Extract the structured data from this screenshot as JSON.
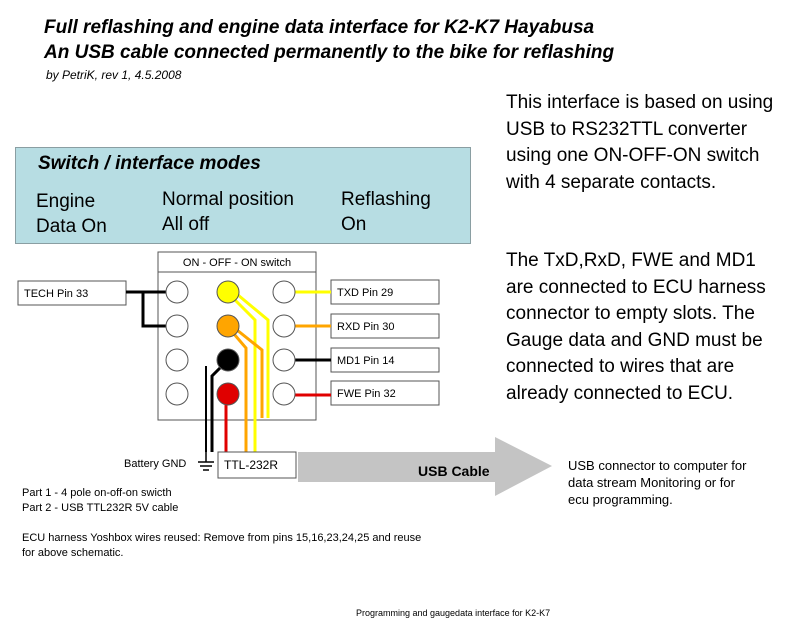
{
  "title_line1": "Full reflashing and engine data interface for K2-K7 Hayabusa",
  "title_line2": "An USB cable connected permanently to the bike for reflashing",
  "byline": "by PetriK, rev 1, 4.5.2008",
  "modes": {
    "heading": "Switch / interface modes",
    "col1_line1": "Engine",
    "col1_line2": "Data On",
    "col2_line1": "Normal position",
    "col2_line2": "All off",
    "col3_line1": "Reflashing",
    "col3_line2": "On"
  },
  "description_1": "This interface is based on using USB to RS232TTL converter using one ON-OFF-ON switch with 4 separate contacts.",
  "description_2": "The TxD,RxD, FWE and MD1 are connected to ECU harness connector to empty slots. The Gauge data and GND must be connected to wires that are already connected to ECU.",
  "diagram": {
    "switch_label": "ON - OFF - ON switch",
    "tech_pin": "TECH Pin 33",
    "txd_pin": "TXD Pin 29",
    "rxd_pin": "RXD Pin 30",
    "md1_pin": "MD1 Pin 14",
    "fwe_pin": "FWE Pin 32",
    "battery_gnd": "Battery GND",
    "ttl": "TTL-232R",
    "usb_cable": "USB Cable",
    "wire_colors": {
      "txd": "#ffff00",
      "rxd": "#ffa500",
      "gnd": "#000000",
      "fwe": "#e00000",
      "gauge": "#000000"
    }
  },
  "usb_connector_text": "USB connector to computer for data stream Monitoring or for ecu programming.",
  "parts_line1": "Part 1 - 4 pole on-off-on swicth",
  "parts_line2": "Part 2 - USB TTL232R 5V cable",
  "harness_note": "ECU harness Yoshbox wires reused: Remove from pins 15,16,23,24,25 and reuse for above schematic.",
  "footer": "Programming and gaugedata interface for K2-K7"
}
